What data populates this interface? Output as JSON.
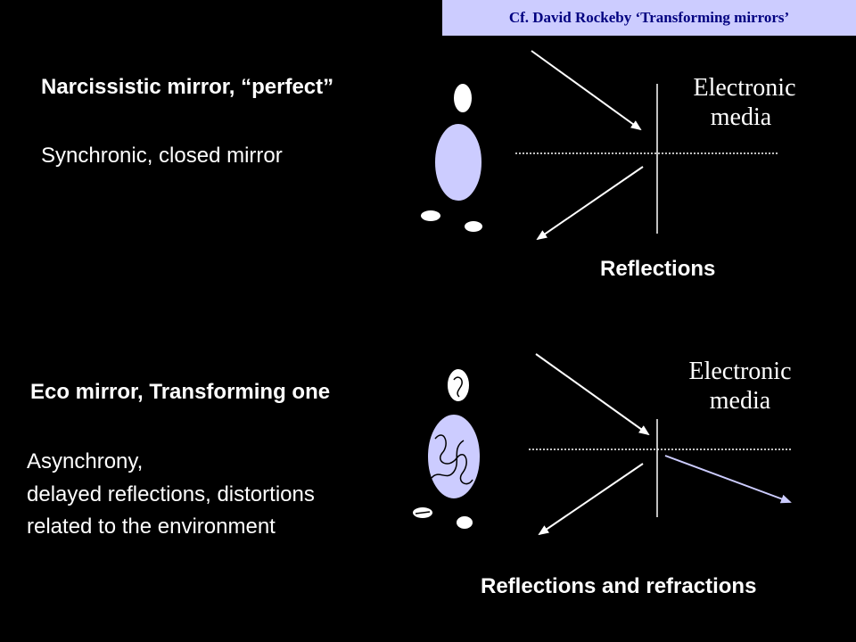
{
  "citation": "Cf. David Rockeby ‘Transforming mirrors’",
  "top": {
    "title": "Narcissistic mirror, “perfect”",
    "subtitle": "Synchronic, closed mirror",
    "media_line1": "Electronic",
    "media_line2": "media",
    "caption": "Reflections"
  },
  "bottom": {
    "title": "Eco mirror, Transforming one",
    "line1": "Asynchrony,",
    "line2": "delayed reflections, distortions",
    "line3": "related to the environment",
    "media_line1": "Electronic",
    "media_line2": "media",
    "caption": "Reflections and refractions"
  },
  "colors": {
    "figure_fill": "#ccccff",
    "refraction_arrow": "#ccccff",
    "background": "#000000"
  }
}
